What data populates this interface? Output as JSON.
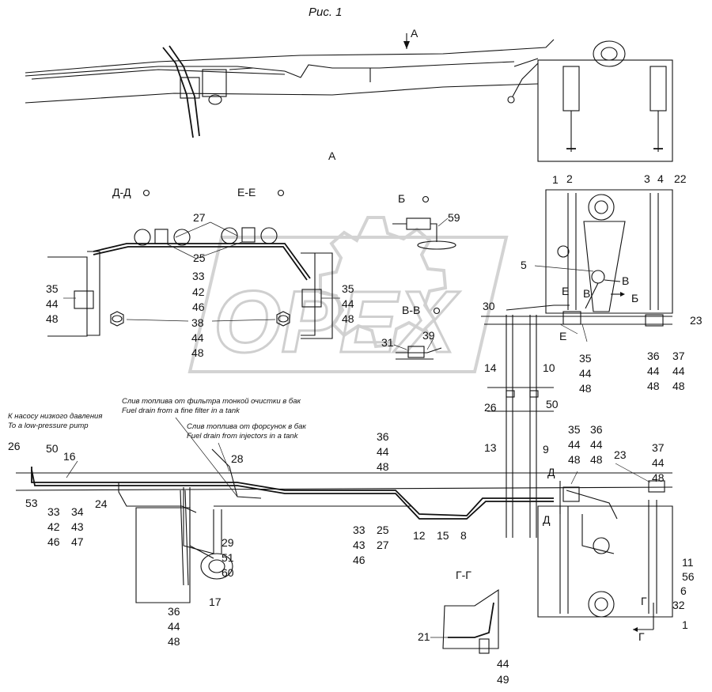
{
  "figure_title": "Рис. 1",
  "view_arrow": "А",
  "view_title": "А",
  "watermark": "OPEX",
  "sections": {
    "dd": "Д-Д",
    "ee": "Е-Е",
    "b": "Б",
    "vv": "В-В",
    "gg": "Г-Г"
  },
  "markers": {
    "d1": "Д",
    "d2": "Д",
    "e1": "Е",
    "e2": "Е",
    "v1": "В",
    "v2": "В",
    "b1": "Б",
    "g1": "Г",
    "g2": "Г"
  },
  "notes": {
    "pump_ru": "К насосу низкого давления",
    "pump_en": "To a low-pressure pump",
    "filter_ru": "Слив топлива от фильтра тонкой очистки в бак",
    "filter_en": "Fuel drain from a fine filter in a tank",
    "injectors_ru": "Слив топлива от форсунок в бак",
    "injectors_en": "Fuel drain from injectors in a tank"
  },
  "callouts": [
    {
      "id": "c1",
      "text": "1"
    },
    {
      "id": "c2",
      "text": "2"
    },
    {
      "id": "c3",
      "text": "3"
    },
    {
      "id": "c4",
      "text": "4"
    },
    {
      "id": "c22",
      "text": "22"
    },
    {
      "id": "c27a",
      "text": "27"
    },
    {
      "id": "c59",
      "text": "59"
    },
    {
      "id": "c25a",
      "text": "25"
    },
    {
      "id": "c33a",
      "text": "33"
    },
    {
      "id": "c42a",
      "text": "42"
    },
    {
      "id": "c46a",
      "text": "46"
    },
    {
      "id": "c35a",
      "text": "35"
    },
    {
      "id": "c44a",
      "text": "44"
    },
    {
      "id": "c48a",
      "text": "48"
    },
    {
      "id": "c35b",
      "text": "35"
    },
    {
      "id": "c44b",
      "text": "44"
    },
    {
      "id": "c48b",
      "text": "48"
    },
    {
      "id": "c38",
      "text": "38"
    },
    {
      "id": "c44c",
      "text": "44"
    },
    {
      "id": "c48c",
      "text": "48"
    },
    {
      "id": "c5",
      "text": "5"
    },
    {
      "id": "c30",
      "text": "30"
    },
    {
      "id": "c23a",
      "text": "23"
    },
    {
      "id": "c35c",
      "text": "35"
    },
    {
      "id": "c44d",
      "text": "44"
    },
    {
      "id": "c48d",
      "text": "48"
    },
    {
      "id": "c36a",
      "text": "36"
    },
    {
      "id": "c44e",
      "text": "44"
    },
    {
      "id": "c48e",
      "text": "48"
    },
    {
      "id": "c37a",
      "text": "37"
    },
    {
      "id": "c44f",
      "text": "44"
    },
    {
      "id": "c48f",
      "text": "48"
    },
    {
      "id": "c39",
      "text": "39"
    },
    {
      "id": "c31",
      "text": "31"
    },
    {
      "id": "c14",
      "text": "14"
    },
    {
      "id": "c10",
      "text": "10"
    },
    {
      "id": "c26a",
      "text": "26"
    },
    {
      "id": "c50a",
      "text": "50"
    },
    {
      "id": "c13",
      "text": "13"
    },
    {
      "id": "c9",
      "text": "9"
    },
    {
      "id": "c36b",
      "text": "36"
    },
    {
      "id": "c44g",
      "text": "44"
    },
    {
      "id": "c48g",
      "text": "48"
    },
    {
      "id": "c35d",
      "text": "35"
    },
    {
      "id": "c44h",
      "text": "44"
    },
    {
      "id": "c48h",
      "text": "48"
    },
    {
      "id": "c36c",
      "text": "36"
    },
    {
      "id": "c44i",
      "text": "44"
    },
    {
      "id": "c48i",
      "text": "48"
    },
    {
      "id": "c37b",
      "text": "37"
    },
    {
      "id": "c44j",
      "text": "44"
    },
    {
      "id": "c48j",
      "text": "48"
    },
    {
      "id": "c23b",
      "text": "23"
    },
    {
      "id": "c26b",
      "text": "26"
    },
    {
      "id": "c50b",
      "text": "50"
    },
    {
      "id": "c16",
      "text": "16"
    },
    {
      "id": "c28",
      "text": "28"
    },
    {
      "id": "c53",
      "text": "53"
    },
    {
      "id": "c33b",
      "text": "33"
    },
    {
      "id": "c42b",
      "text": "42"
    },
    {
      "id": "c46b",
      "text": "46"
    },
    {
      "id": "c34",
      "text": "34"
    },
    {
      "id": "c43a",
      "text": "43"
    },
    {
      "id": "c47",
      "text": "47"
    },
    {
      "id": "c24",
      "text": "24"
    },
    {
      "id": "c33c",
      "text": "33"
    },
    {
      "id": "c43b",
      "text": "43"
    },
    {
      "id": "c46c",
      "text": "46"
    },
    {
      "id": "c25b",
      "text": "25"
    },
    {
      "id": "c27b",
      "text": "27"
    },
    {
      "id": "c12",
      "text": "12"
    },
    {
      "id": "c15",
      "text": "15"
    },
    {
      "id": "c8",
      "text": "8"
    },
    {
      "id": "c29",
      "text": "29"
    },
    {
      "id": "c51",
      "text": "51"
    },
    {
      "id": "c60",
      "text": "60"
    },
    {
      "id": "c17",
      "text": "17"
    },
    {
      "id": "c36d",
      "text": "36"
    },
    {
      "id": "c44k",
      "text": "44"
    },
    {
      "id": "c48k",
      "text": "48"
    },
    {
      "id": "c11",
      "text": "11"
    },
    {
      "id": "c56",
      "text": "56"
    },
    {
      "id": "c6",
      "text": "6"
    },
    {
      "id": "c32",
      "text": "32"
    },
    {
      "id": "c1b",
      "text": "1"
    },
    {
      "id": "c21",
      "text": "21"
    },
    {
      "id": "c44l",
      "text": "44"
    },
    {
      "id": "c49",
      "text": "49"
    }
  ]
}
